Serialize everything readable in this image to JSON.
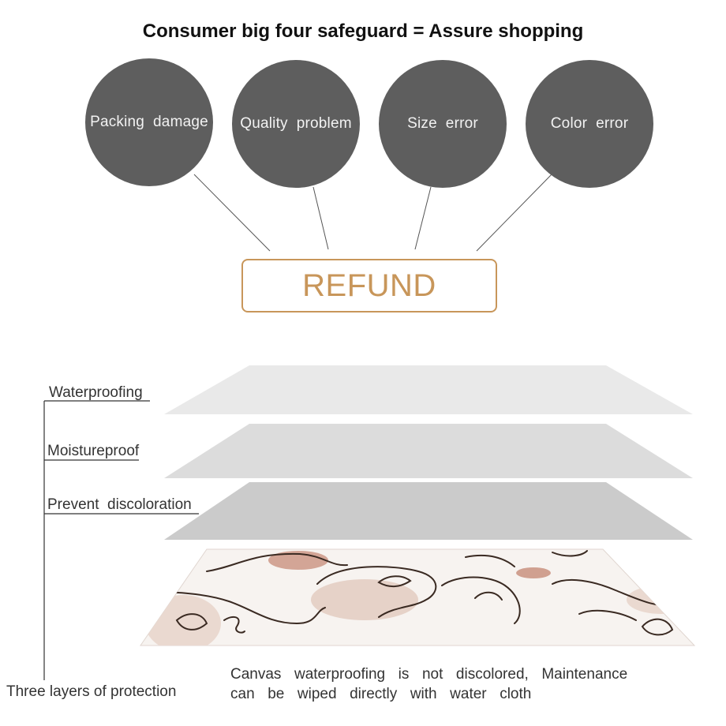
{
  "title": "Consumer big four safeguard = Assure shopping",
  "circles": [
    {
      "label": "Packing  damage"
    },
    {
      "label": "Quality  problem"
    },
    {
      "label": "Size  error"
    },
    {
      "label": "Color  error"
    }
  ],
  "refund": {
    "label": "REFUND"
  },
  "layers": [
    {
      "label": "Waterproofing"
    },
    {
      "label": "Moistureproof"
    },
    {
      "label": "Prevent  discoloration"
    }
  ],
  "bottom_label": "Three layers of protection",
  "caption": {
    "line1": "Canvas  waterproofing  is  not  discolored,  Maintenance",
    "line2": "can  be  wiped  directly  with  water  cloth"
  },
  "colors": {
    "circle": "#5e5e5e",
    "accent": "#c8965a",
    "layer_top": "#e9e9e9",
    "layer_mid": "#dcdcdc",
    "layer_bottom": "#cdcdcd",
    "blush": "#e8d6cc",
    "rose": "#c9917f",
    "ink": "#3a2a22"
  }
}
